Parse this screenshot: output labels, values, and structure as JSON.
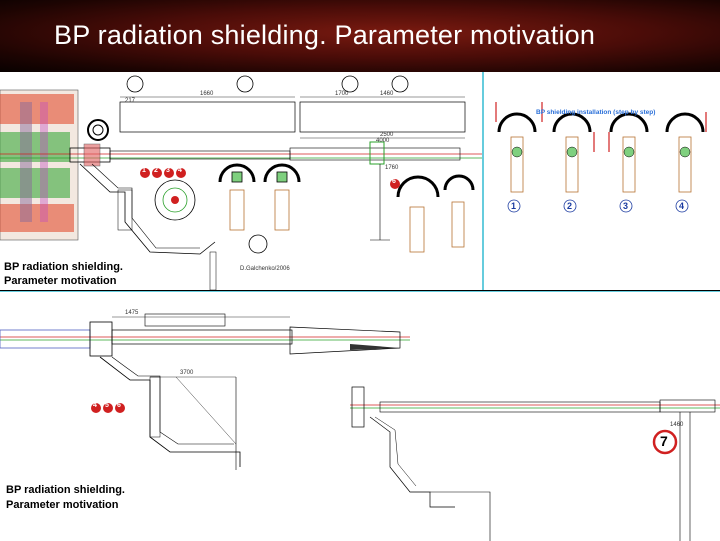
{
  "slide": {
    "title": "BP radiation shielding. Parameter motivation"
  },
  "panel_top_left": {
    "caption_line1": "BP radiation shielding.",
    "caption_line2": "Parameter motivation",
    "markers": [
      "1",
      "2",
      "3",
      "4"
    ],
    "marker_6": "6",
    "dims": [
      "1660",
      "1460",
      "217",
      "1700",
      "2500",
      "4000",
      "1760"
    ],
    "date_note": "D.Galchenko/2006"
  },
  "panel_top_right": {
    "install_title": "BP shielding installation (step by step)",
    "steps": [
      "1",
      "2",
      "3",
      "4"
    ]
  },
  "panel_bottom": {
    "caption_line1": "BP radiation shielding.",
    "caption_line2": "Parameter motivation",
    "markers": [
      "4",
      "5",
      "6"
    ],
    "marker_7": "7",
    "dims": [
      "1475",
      "3700",
      "1460"
    ]
  },
  "colors": {
    "header_red": "#7a1a10",
    "beam_green": "#2aa02a",
    "beam_red": "#d02020",
    "shield_orange": "#b87333",
    "panel_border": "#66ccdd",
    "install_blue": "#2a6fd8"
  }
}
